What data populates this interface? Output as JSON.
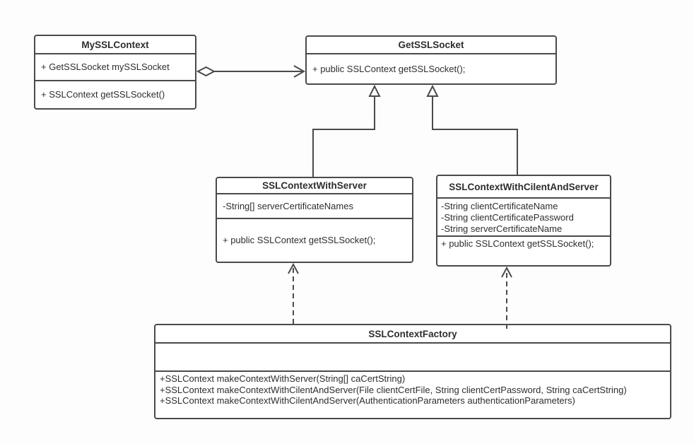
{
  "diagram": {
    "kind": "uml-class-diagram",
    "background_color": "#ffffff",
    "line_color": "#4a4a4a",
    "text_color": "#2e2e2e"
  },
  "classes": {
    "my_ssl_context": {
      "name": "MySSLContext",
      "attributes": [
        "+ GetSSLSocket mySSLSocket"
      ],
      "methods": [
        "+ SSLContext getSSLSocket()"
      ]
    },
    "get_ssl_socket": {
      "name": "GetSSLSocket",
      "attributes": [],
      "methods": [
        "+ public SSLContext getSSLSocket();"
      ]
    },
    "ssl_context_with_server": {
      "name": "SSLContextWithServer",
      "attributes": [
        "-String[] serverCertificateNames"
      ],
      "methods": [
        "+ public SSLContext getSSLSocket();"
      ]
    },
    "ssl_context_with_cilent_and_server": {
      "name": "SSLContextWithCilentAndServer",
      "attributes": [
        "-String clientCertificateName",
        "-String clientCertificatePassword",
        "-String serverCertificateName"
      ],
      "methods": [
        "+ public SSLContext getSSLSocket();"
      ]
    },
    "ssl_context_factory": {
      "name": "SSLContextFactory",
      "attributes": [],
      "methods": [
        "+SSLContext makeContextWithServer(String[] caCertString)",
        "+SSLContext makeContextWithCilentAndServer(File clientCertFile, String clientCertPassword, String caCertString)",
        "+SSLContext makeContextWithCilentAndServer(AuthenticationParameters authenticationParameters)"
      ]
    }
  },
  "relationships": [
    {
      "type": "aggregation",
      "from": "MySSLContext",
      "to": "GetSSLSocket"
    },
    {
      "type": "generalization",
      "from": "SSLContextWithServer",
      "to": "GetSSLSocket"
    },
    {
      "type": "generalization",
      "from": "SSLContextWithCilentAndServer",
      "to": "GetSSLSocket"
    },
    {
      "type": "dependency",
      "from": "SSLContextFactory",
      "to": "SSLContextWithServer"
    },
    {
      "type": "dependency",
      "from": "SSLContextFactory",
      "to": "SSLContextWithCilentAndServer"
    }
  ]
}
